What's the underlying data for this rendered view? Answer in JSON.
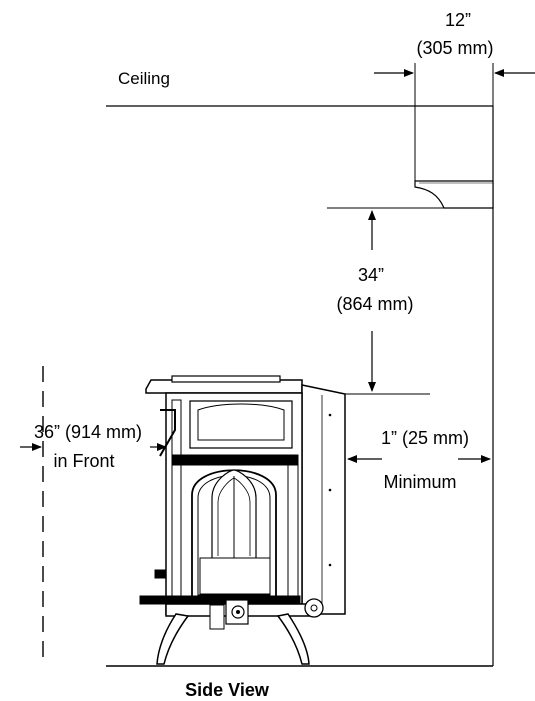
{
  "labels": {
    "ceiling": "Ceiling",
    "mantel_height_inch": "12”",
    "mantel_height_mm": "(305 mm)",
    "top_clearance_inch": "34”",
    "top_clearance_mm": "(864 mm)",
    "front_clearance": "36” (914 mm)",
    "front_clearance_suffix": "in Front",
    "side_clearance": "1” (25 mm)",
    "side_clearance_note": "Minimum",
    "caption": "Side View"
  },
  "colors": {
    "line": "#000000",
    "background": "#ffffff"
  }
}
